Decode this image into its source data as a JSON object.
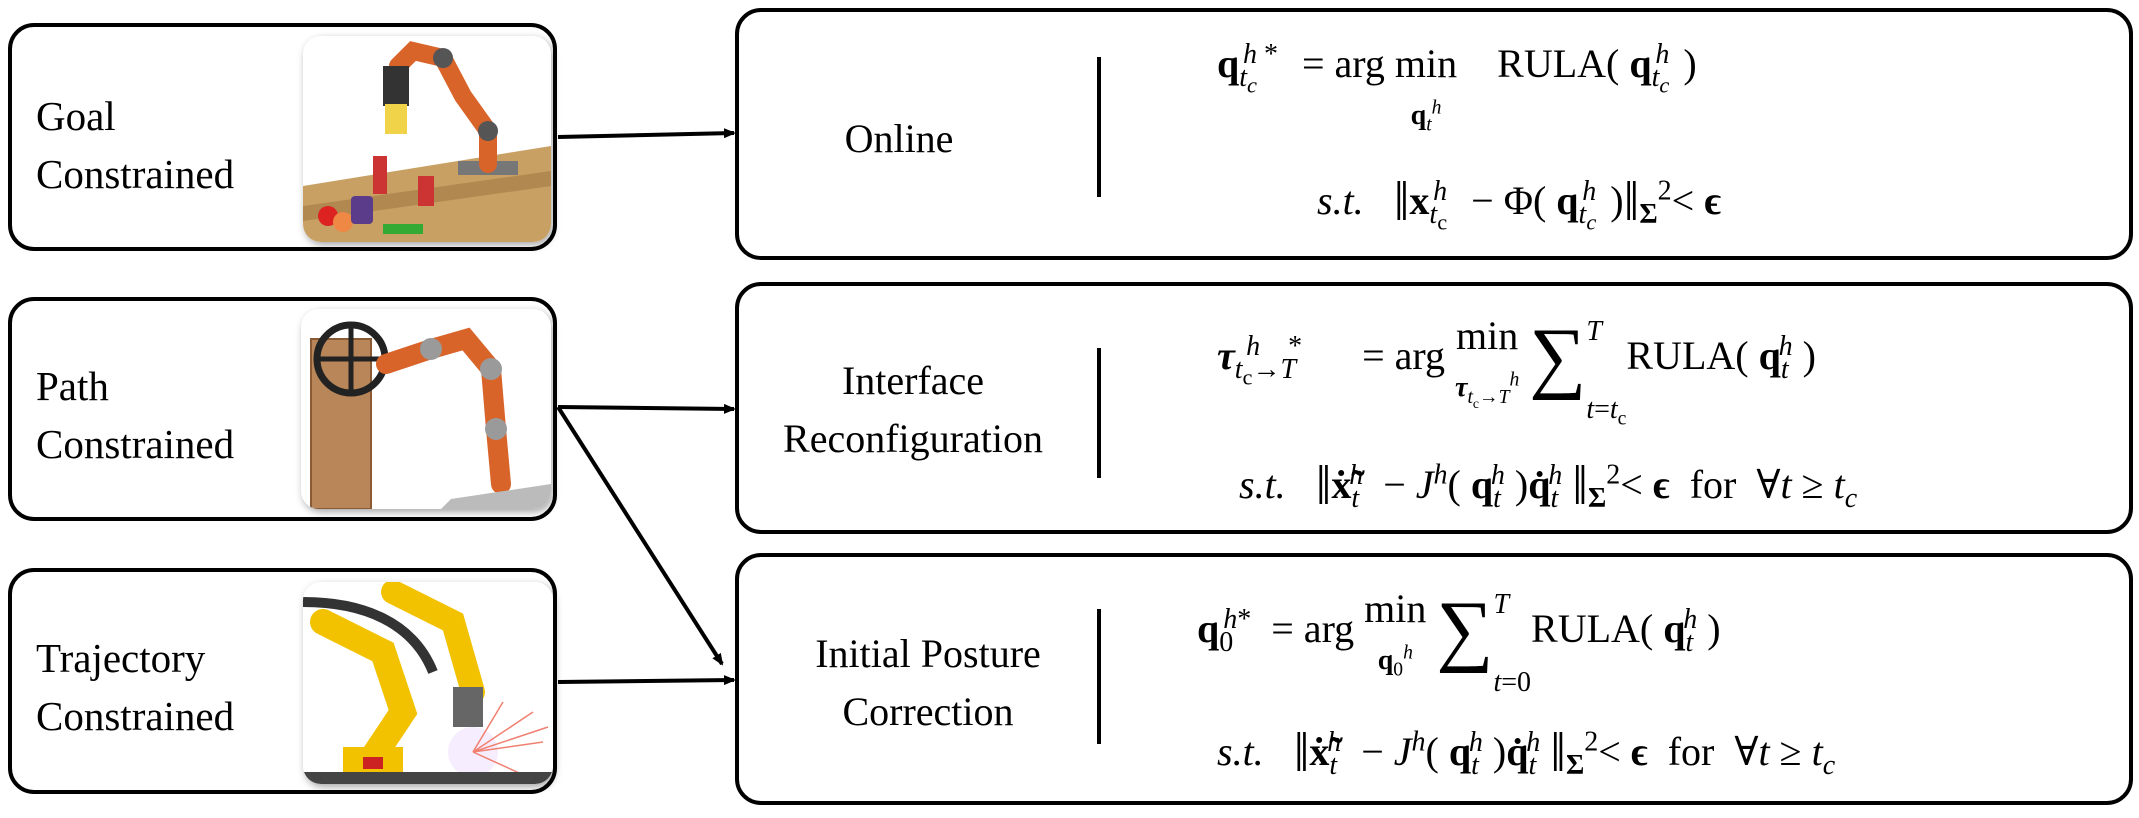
{
  "left_boxes": [
    {
      "label_line1": "Goal",
      "label_line2": "Constrained",
      "image": "robot-arm-picking-objects"
    },
    {
      "label_line1": "Path",
      "label_line2": "Constrained",
      "image": "robot-arm-turning-valve"
    },
    {
      "label_line1": "Trajectory",
      "label_line2": "Constrained",
      "image": "welding-robots"
    }
  ],
  "right_boxes": [
    {
      "label_line1": "Online",
      "label_line2": ""
    },
    {
      "label_line1": "Interface",
      "label_line2": "Reconfiguration"
    },
    {
      "label_line1": "Initial Posture",
      "label_line2": "Correction"
    }
  ],
  "equations": {
    "online_objective": "q_{t_c}^{h*} = arg min_{q_t^h} RULA(q_{t_c}^h)",
    "online_constraint": "s.t. || x_{t_c}^h − Φ(q_{t_c}^h) ||_Σ^2 < ϵ",
    "interface_objective": "τ_{t_c→T}^{h*} = arg min_{τ_{t_c→T}^h} Σ_{t=t_c}^{T} RULA(q_t^h)",
    "interface_constraint": "s.t. || x̃̇_t^h − J^h(q_t^h) q̇_t^h ||_Σ^2 < ϵ for ∀t ≥ t_c",
    "initial_objective": "q_0^{h*} = arg min_{q_0^h} Σ_{t=0}^{T} RULA(q_t^h)",
    "initial_constraint": "s.t. || x̃̇_t^h − J^h(q_t^h) q̇_t^h ||_Σ^2 < ϵ for ∀t ≥ t_c"
  },
  "colors": {
    "robot_orange": "#d9642a",
    "robot_gray": "#9a9a9a",
    "robot_yellow": "#f2c200",
    "table": "#c8a064"
  }
}
